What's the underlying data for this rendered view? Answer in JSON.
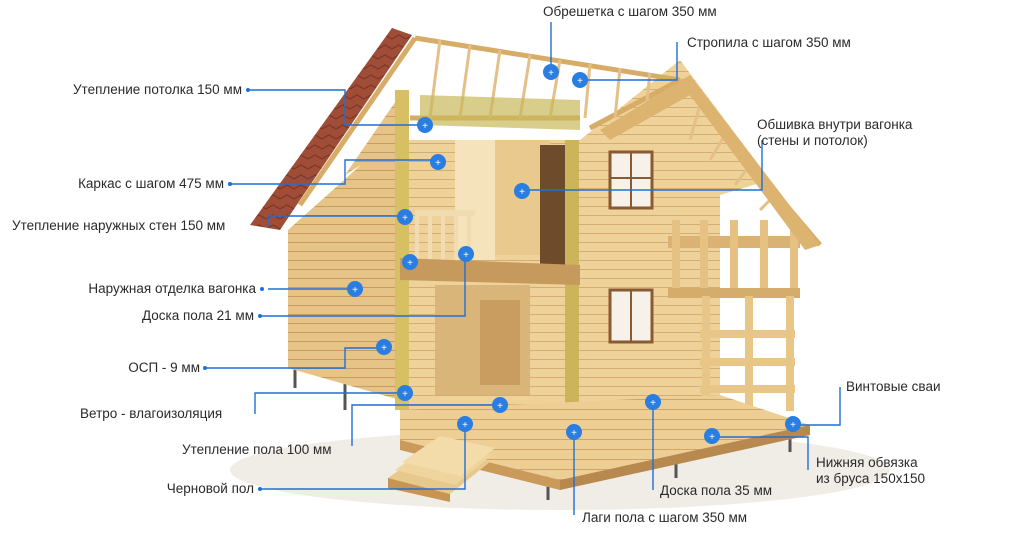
{
  "colors": {
    "callout": "#1e6fd9",
    "marker": "#2a7de1",
    "wood_light": "#f3d9a4",
    "wood_mid": "#e2bd7c",
    "wood_dark": "#c8995a",
    "roof": "#9c4a36",
    "insulation": "#d8c46a",
    "text": "#2a2a2a"
  },
  "marker_symbol": "+",
  "labels": {
    "obreshetka": "Обрешетка с шагом 350 мм",
    "stropila": "Стропила с шагом 350 мм",
    "uteplenie_potolka": "Утепление потолка 150 мм",
    "obshivka_line1": "Обшивка внутри вагонка",
    "obshivka_line2": "(стены и потолок)",
    "karkas": "Каркас с шагом 475 мм",
    "uteplenie_sten": "Утепление наружных стен 150 мм",
    "naruzhnaya_otdelka": "Наружная отделка вагонка",
    "doska_pola_21": "Доска пола 21 мм",
    "osp": "ОСП - 9 мм",
    "vetro": "Ветро - влагоизоляция",
    "uteplenie_pola": "Утепление пола 100 мм",
    "chernovoy_pol": "Черновой пол",
    "vintovye_svai": "Винтовые сваи",
    "nizhnyaya_line1": "Нижняя обвязка",
    "nizhnyaya_line2": "из бруса 150х150",
    "doska_pola_35": "Доска пола 35 мм",
    "lagi": "Лаги пола с шагом 350 мм"
  }
}
